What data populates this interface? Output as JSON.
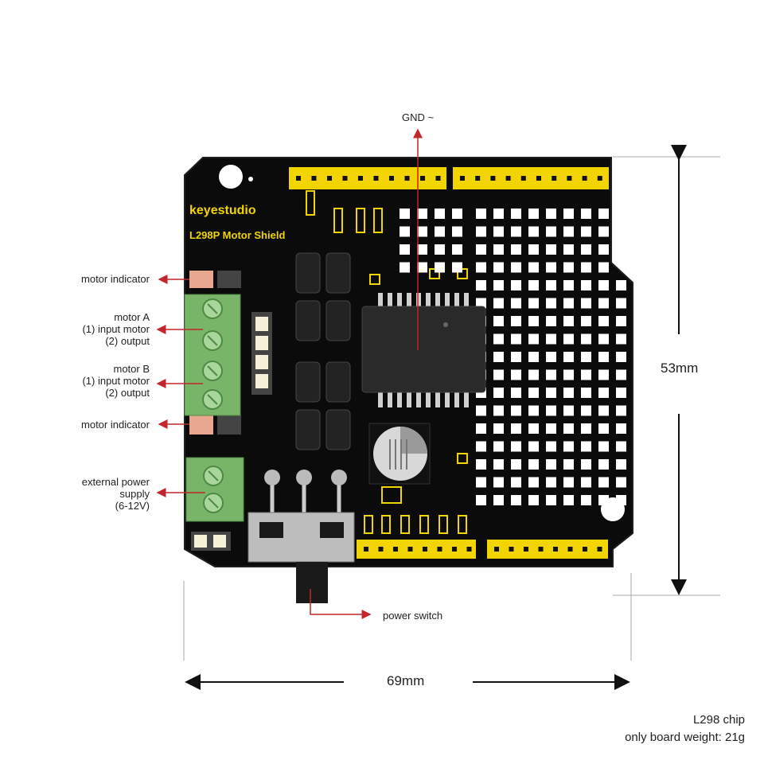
{
  "board": {
    "silkscreen_line1": "keyestudio",
    "silkscreen_line2": "L298P Motor Shield"
  },
  "callouts": {
    "top": "GND ~",
    "left_1": "motor indicator",
    "left_2_lines": [
      "motor A",
      "(1) input motor",
      "(2) output"
    ],
    "left_3_lines": [
      "motor B",
      "(1) input motor",
      "(2) output"
    ],
    "left_4": "motor indicator",
    "left_5_lines": [
      "external power",
      "supply",
      "(6-12V)"
    ],
    "bottom": "power switch"
  },
  "dimensions": {
    "height": "53mm",
    "width": "69mm"
  },
  "notes": {
    "line1": "L298 chip",
    "line2": "only board weight: 21g"
  },
  "colors": {
    "board": "#0b0b0b",
    "header": "#f2d400",
    "terminal": "#79b569",
    "callout": "#c0262b"
  }
}
